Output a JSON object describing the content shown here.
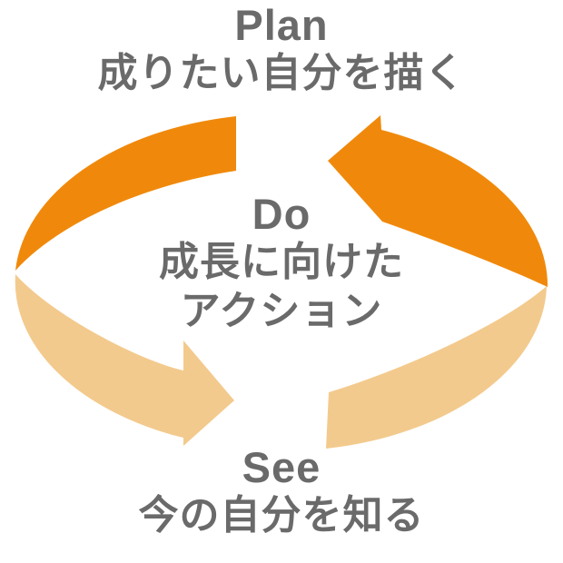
{
  "colors": {
    "background": "#ffffff",
    "arrow_dark_orange": "#f0890b",
    "arrow_light_orange": "#f3ca8d",
    "text_gray": "#6a6a6a"
  },
  "diagram": {
    "type": "cycle",
    "flow_direction": "counterclockwise",
    "steps": [
      {
        "id": "plan",
        "title": "Plan",
        "lines": [
          "成りたい自分を描く"
        ],
        "position": "top"
      },
      {
        "id": "do",
        "title": "Do",
        "lines": [
          "成長に向けた",
          "アクション"
        ],
        "position": "center"
      },
      {
        "id": "see",
        "title": "See",
        "lines": [
          "今の自分を知る"
        ],
        "position": "bottom"
      }
    ]
  }
}
